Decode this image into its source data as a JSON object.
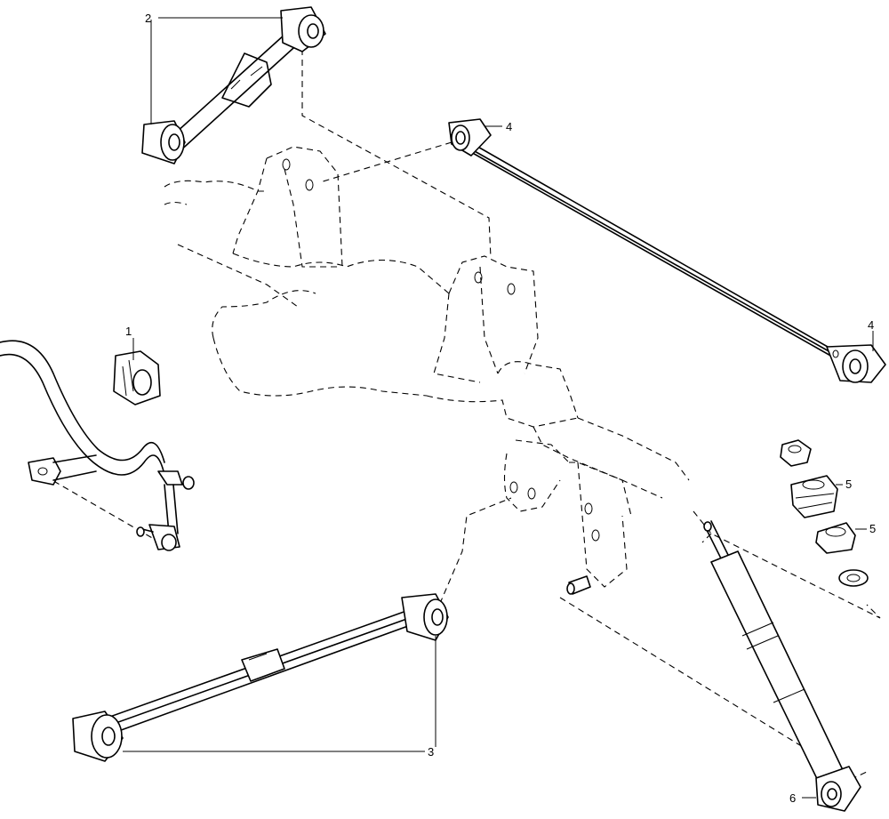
{
  "callouts": {
    "c1": "1",
    "c2": "2",
    "c3": "3",
    "c4a": "4",
    "c4b": "4",
    "c5a": "5",
    "c5b": "5",
    "c6": "6"
  },
  "colors": {
    "line": "#000000",
    "background": "#ffffff"
  }
}
